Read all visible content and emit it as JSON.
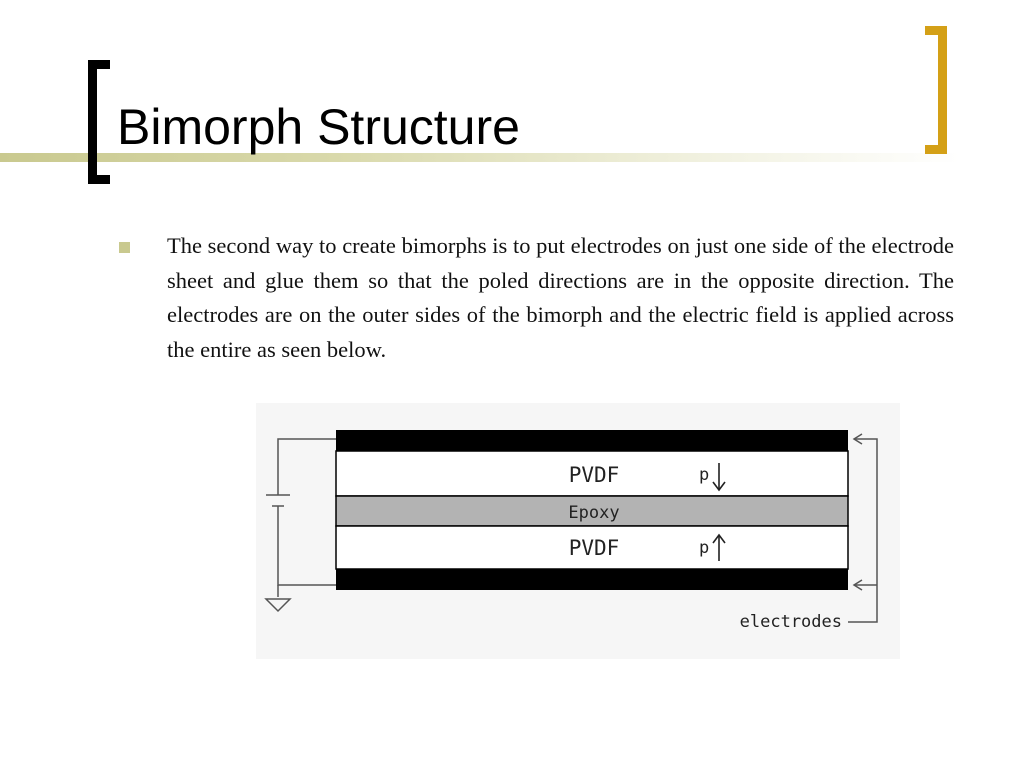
{
  "slide": {
    "title": "Bimorph Structure",
    "body": "The second way to create bimorphs is to put electrodes on just one side of the electrode sheet and glue them so that the poled directions are in the opposite direction. The electrodes are on the outer sides of the bimorph and the electric field is applied across the entire as seen below."
  },
  "figure": {
    "layers": {
      "top": "PVDF",
      "middle": "Epoxy",
      "bottom": "PVDF"
    },
    "pole_label": "p",
    "electrodes_label": "electrodes"
  },
  "colors": {
    "accent": "#d4a017",
    "title_bar": "#c9c98f",
    "bullet": "#c9c98f",
    "epoxy": "#b3b3b3"
  }
}
